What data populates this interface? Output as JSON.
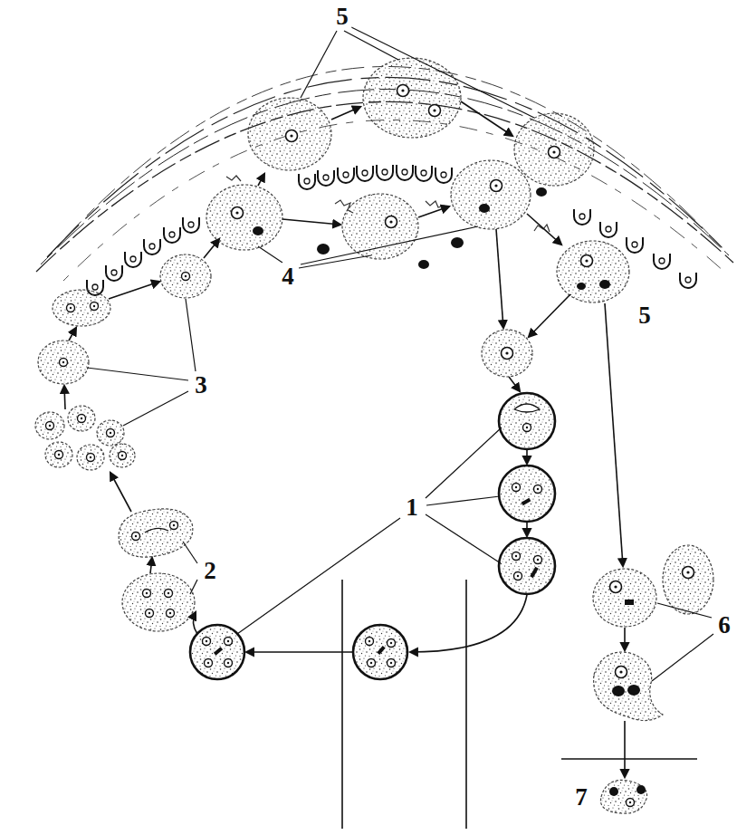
{
  "diagram": {
    "labels": [
      "5",
      "4",
      "3",
      "5",
      "1",
      "2",
      "6",
      "7"
    ]
  }
}
